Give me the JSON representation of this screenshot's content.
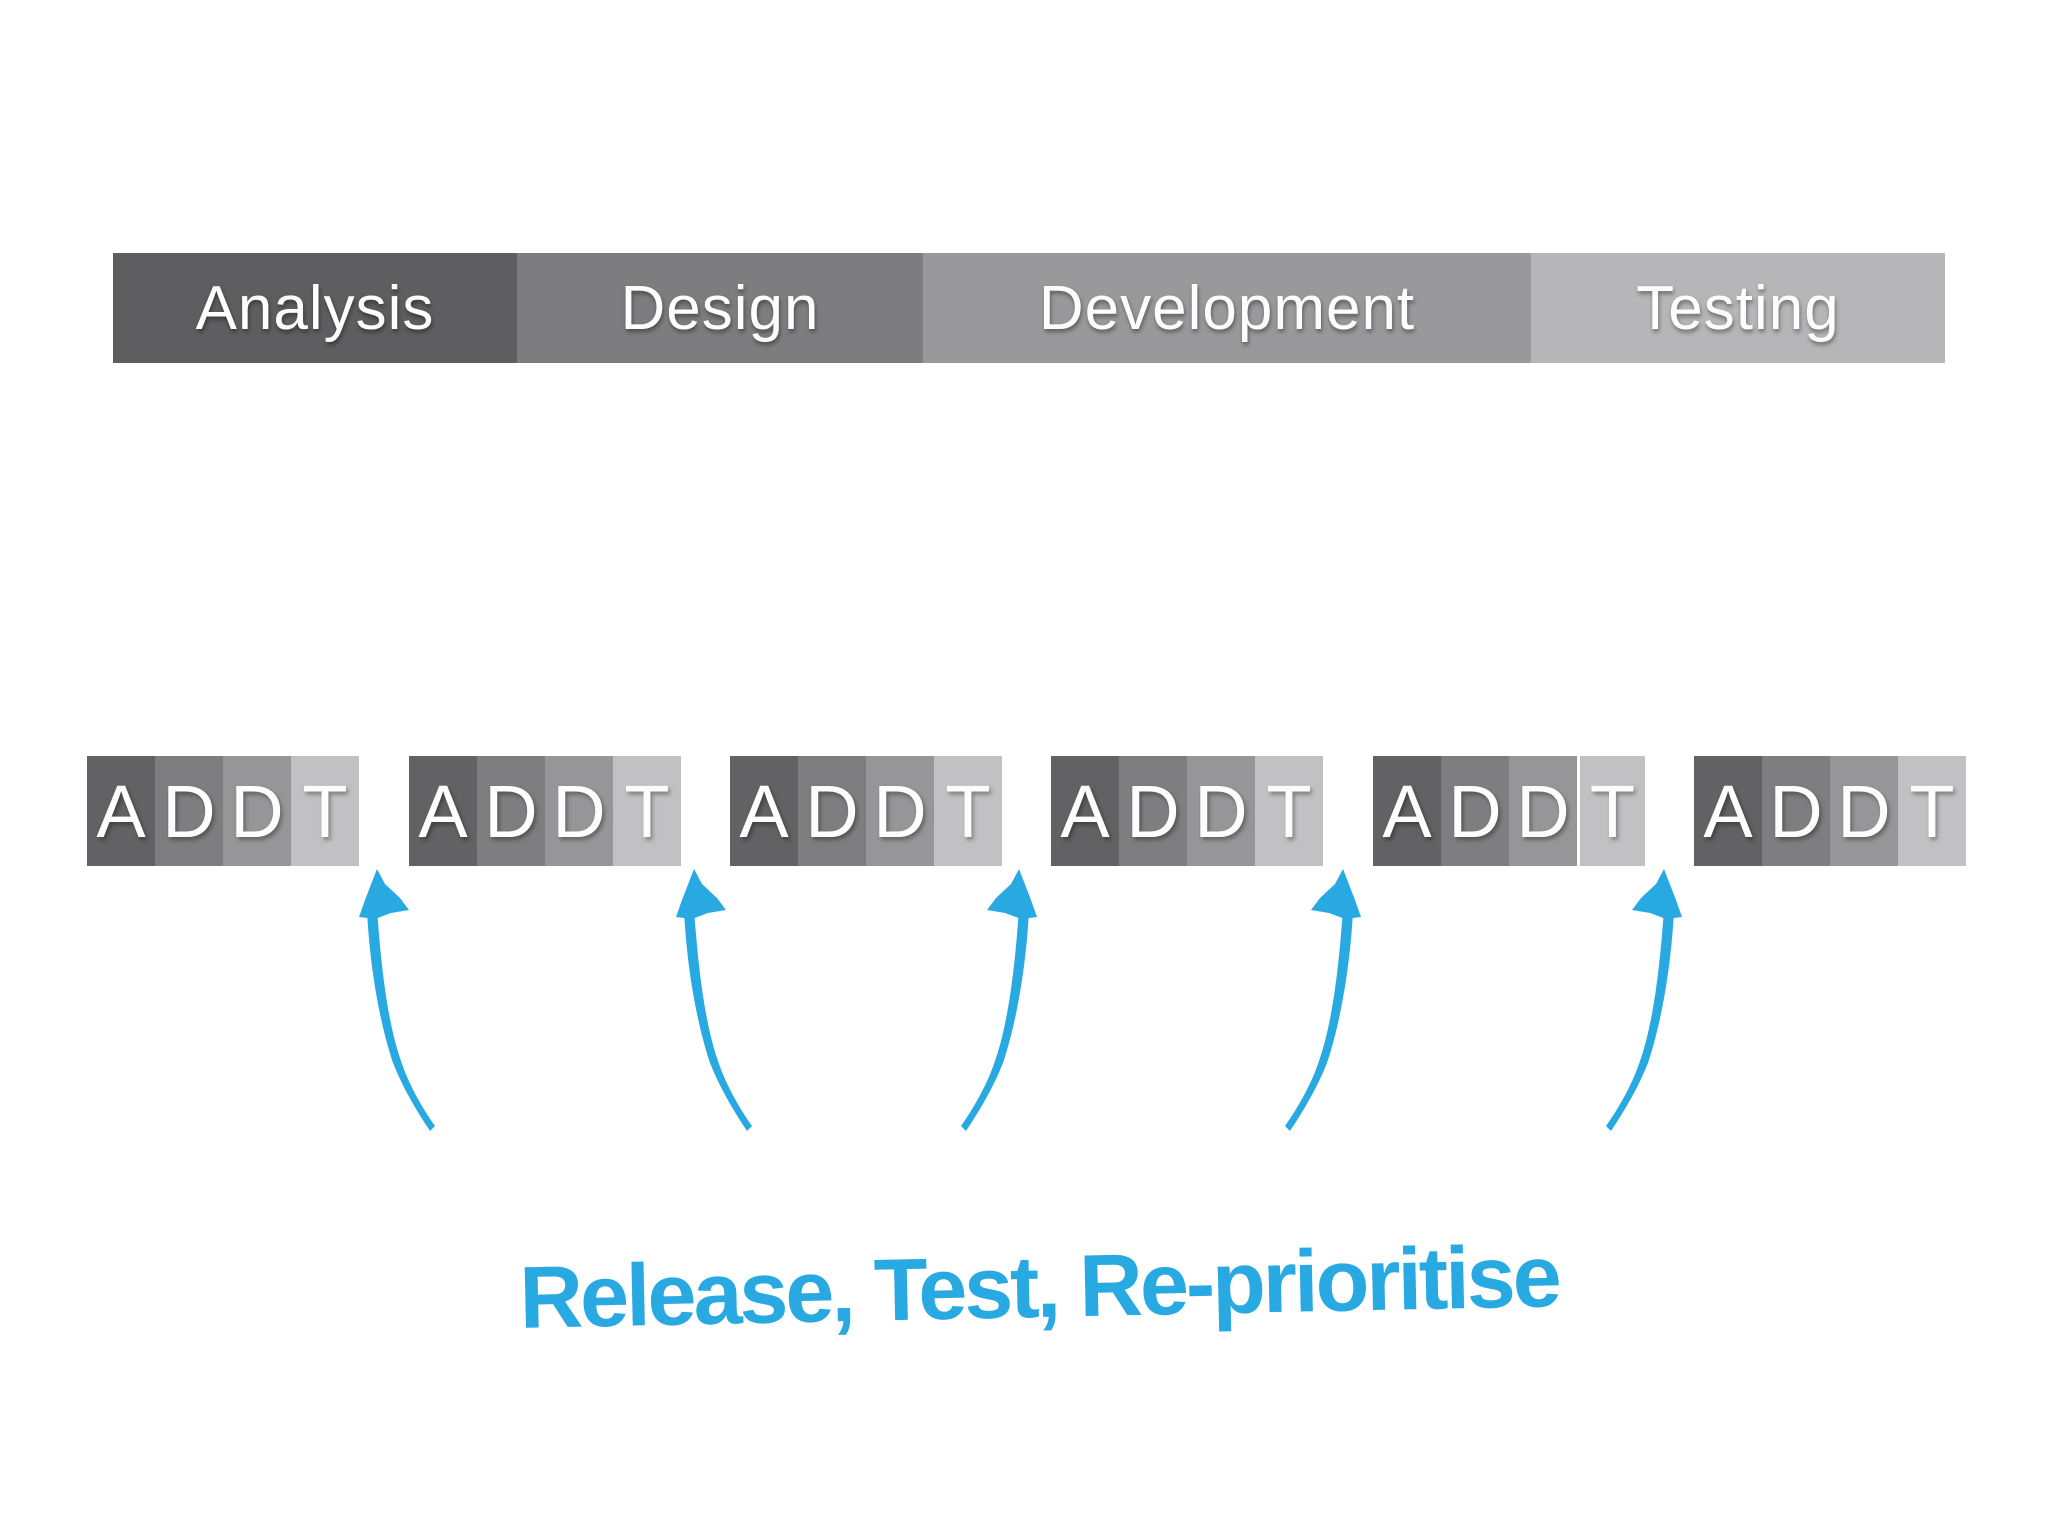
{
  "waterfall_bar": {
    "phases": [
      {
        "label": "Analysis",
        "color": "#5e5e60"
      },
      {
        "label": "Design",
        "color": "#7d7d7f"
      },
      {
        "label": "Development",
        "color": "#99999b"
      },
      {
        "label": "Testing",
        "color": "#b6b6b8"
      }
    ]
  },
  "sprint_blocks": {
    "block_count": 6,
    "letters": [
      "A",
      "D",
      "D",
      "T"
    ],
    "segment_colors": [
      "#626264",
      "#7e7e80",
      "#969698",
      "#c1c1c3"
    ],
    "letter_color": "#fdfdfd"
  },
  "arrows": {
    "icon": "hand-drawn-curved-up-arrow-icon",
    "count": 5,
    "color": "#29a9e1"
  },
  "annotation": {
    "text": "Release, Test, Re-prioritise",
    "color": "#29a9e1"
  }
}
